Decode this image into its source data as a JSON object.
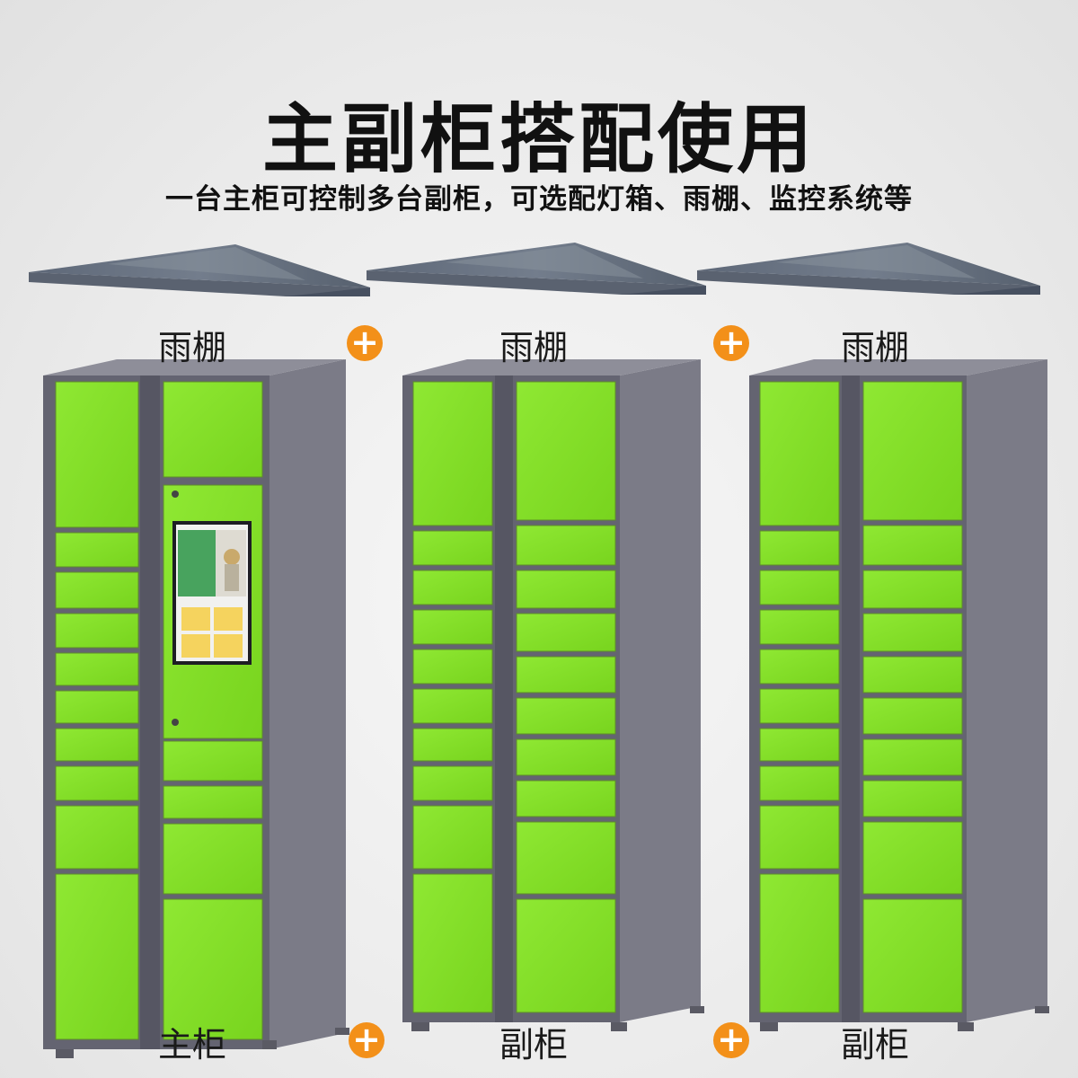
{
  "title": "主副柜搭配使用",
  "subtitle": "一台主柜可控制多台副柜，可选配灯箱、雨棚、监控系统等",
  "canopy_label": "雨棚",
  "plus_symbol": "+",
  "cabinets": [
    {
      "label": "主柜",
      "type": "main"
    },
    {
      "label": "副柜",
      "type": "sub"
    },
    {
      "label": "副柜",
      "type": "sub"
    }
  ],
  "colors": {
    "door_green": "#86e22a",
    "frame_gray": "#6b6b78",
    "frame_side": "#7a7a86",
    "accent_orange": "#f39019"
  }
}
